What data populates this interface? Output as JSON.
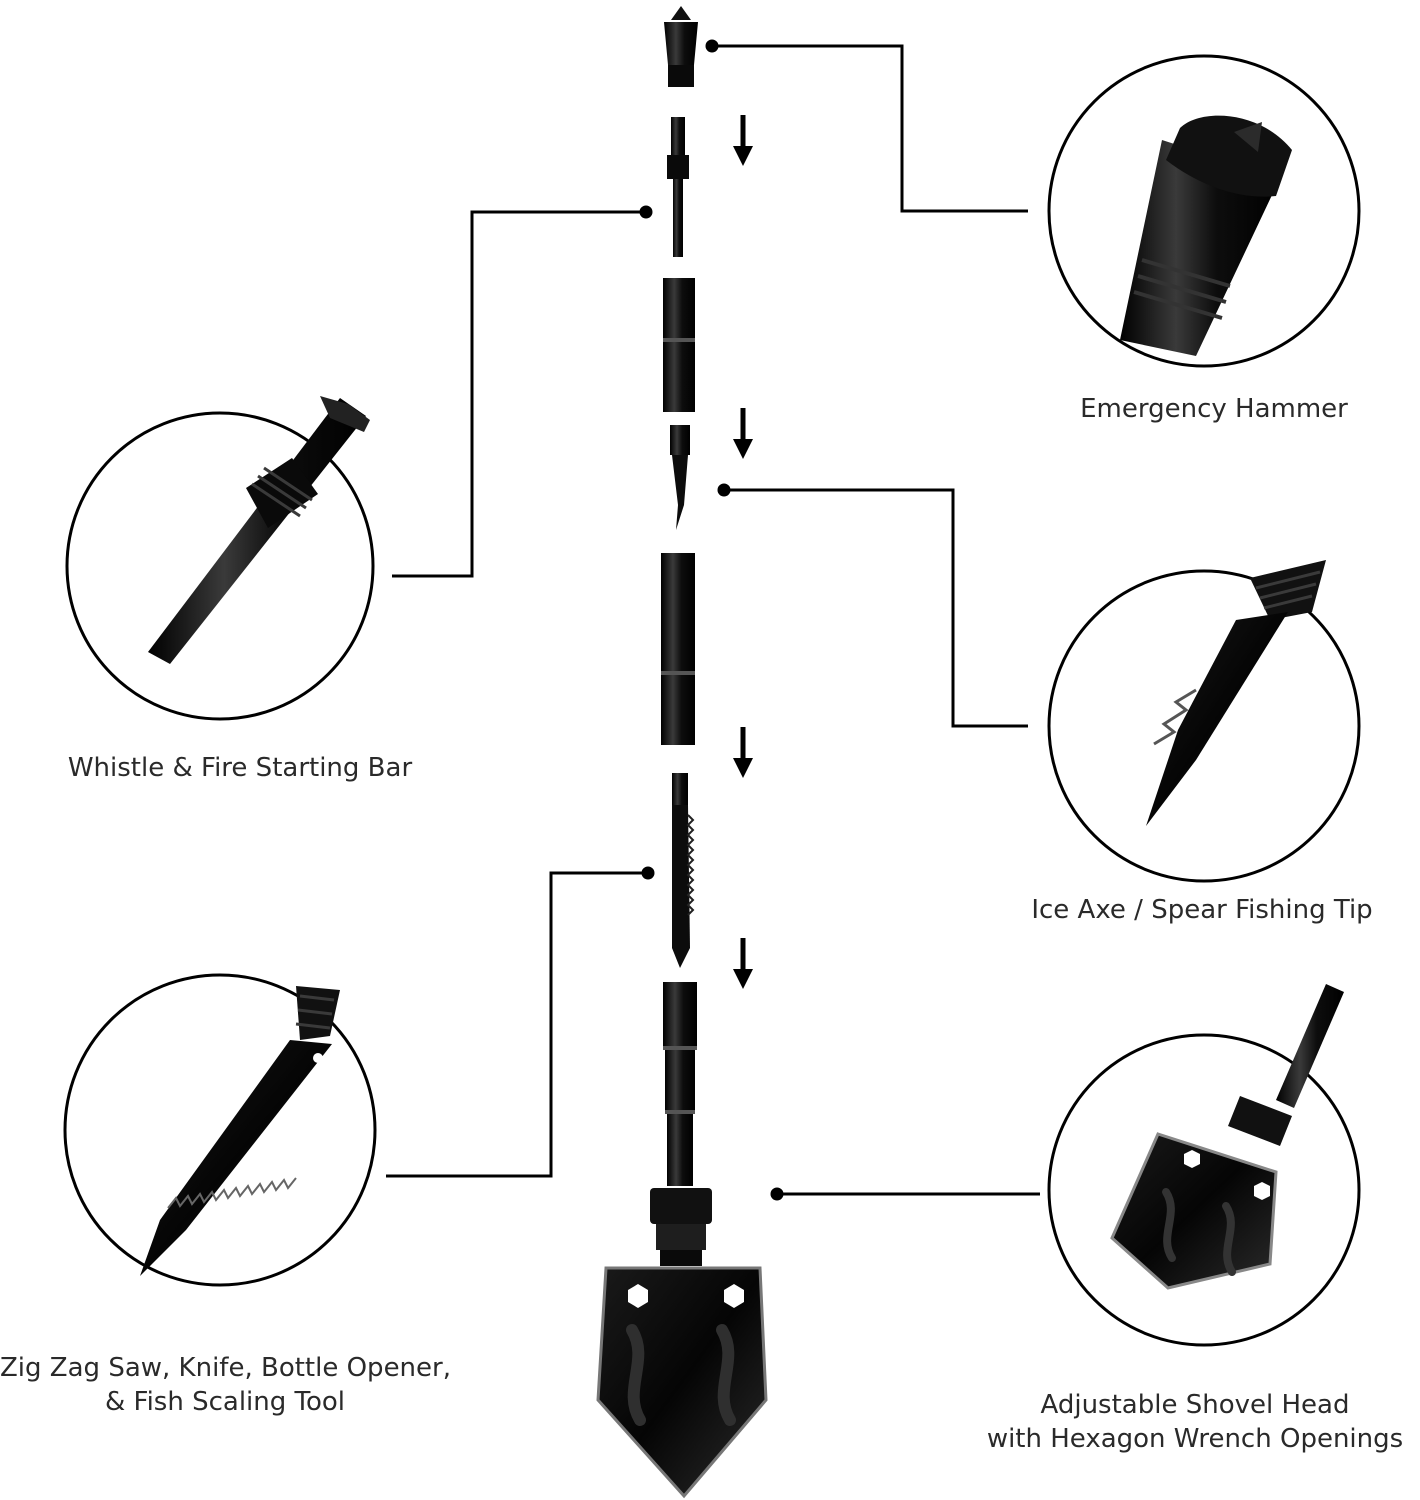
{
  "colors": {
    "ink": "#0a0a0a",
    "metal": "#1c1c1c",
    "highlight": "#5a5a5a",
    "line": "#111111"
  },
  "parts": [
    {
      "id": "emergency-hammer",
      "label_lines": [
        "Emergency Hammer"
      ],
      "icon": "hammer-tip-icon"
    },
    {
      "id": "whistle-fire-bar",
      "label_lines": [
        "Whistle & Fire Starting Bar"
      ],
      "icon": "fire-starter-icon"
    },
    {
      "id": "ice-axe",
      "label_lines": [
        "Ice Axe / Spear Fishing Tip"
      ],
      "icon": "spear-tip-icon"
    },
    {
      "id": "saw-knife",
      "label_lines": [
        "Zig Zag Saw, Knife, Bottle Opener,",
        "& Fish Scaling Tool"
      ],
      "icon": "saw-blade-icon"
    },
    {
      "id": "shovel-head",
      "label_lines": [
        "Adjustable Shovel Head",
        "with Hexagon Wrench Openings"
      ],
      "icon": "shovel-head-icon"
    }
  ]
}
